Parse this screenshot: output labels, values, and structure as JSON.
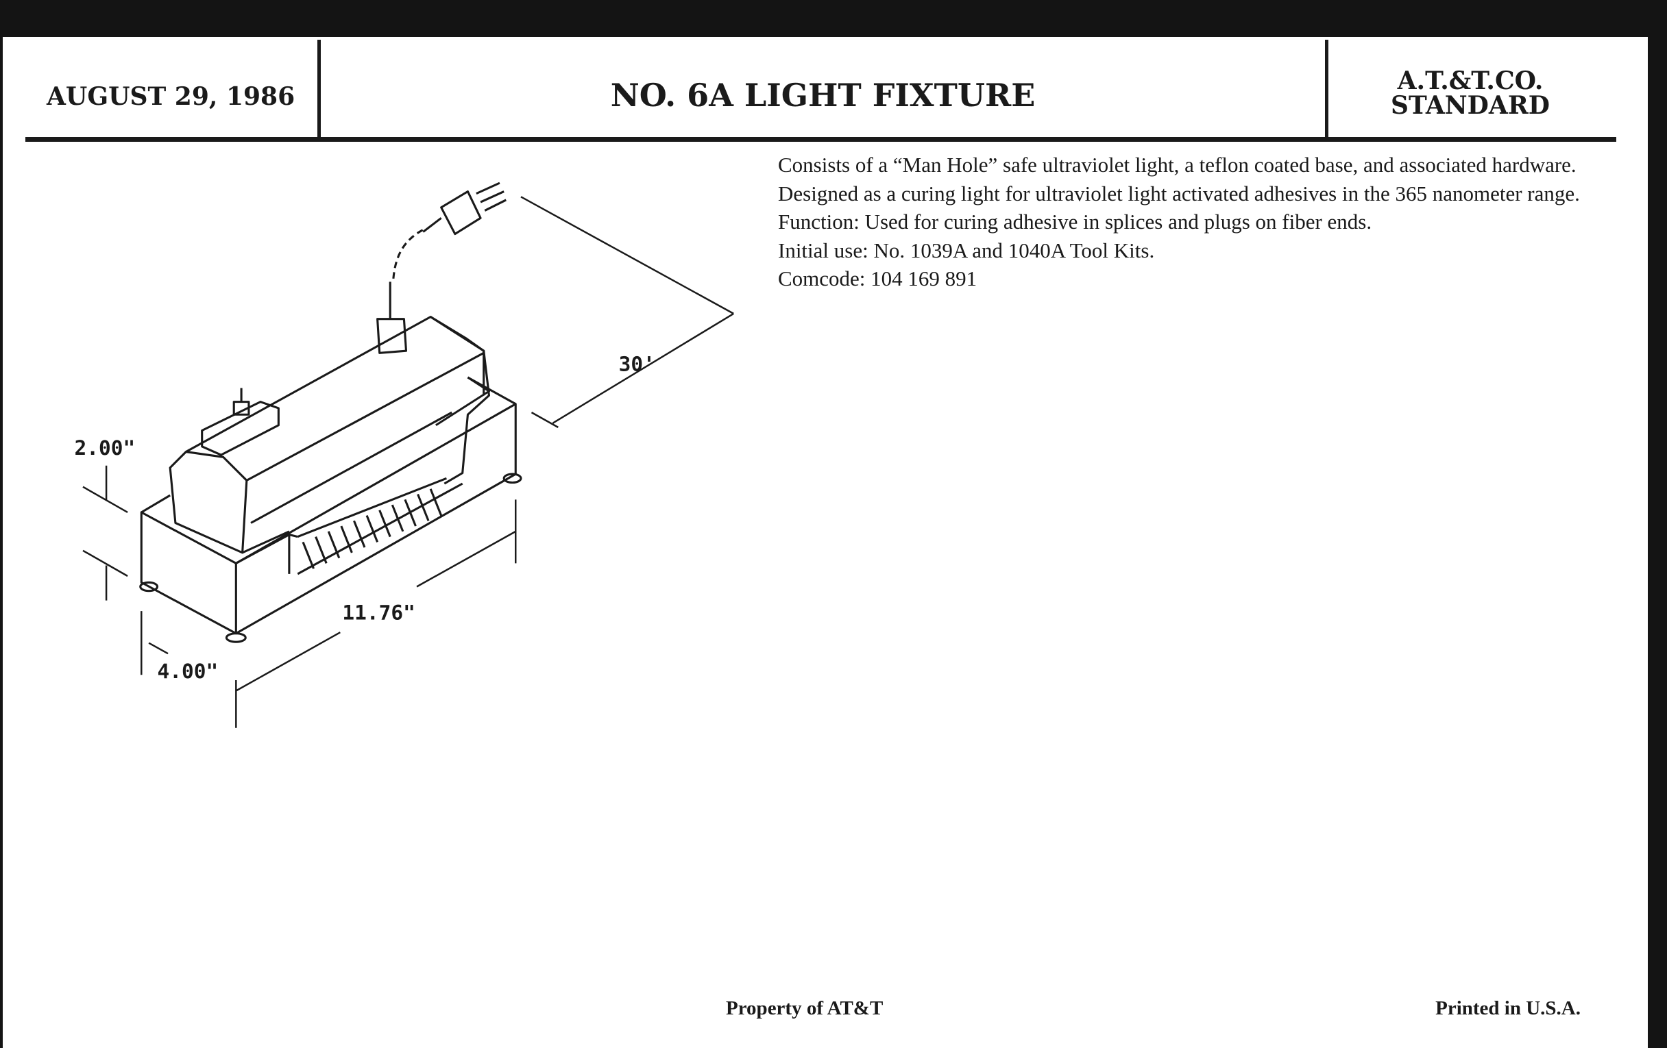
{
  "header": {
    "date": "AUGUST 29, 1986",
    "title": "NO. 6A LIGHT FIXTURE",
    "standard_line1": "A.T.&T.CO.",
    "standard_line2": "STANDARD"
  },
  "description": [
    "Consists of a “Man Hole” safe ultraviolet light, a teflon coated base, and associated hardware.",
    "Designed as a curing light for ultraviolet light activated adhesives in the 365 nanometer range.",
    "Function: Used for curing adhesive in splices and plugs on fiber ends.",
    "Initial use: No. 1039A and 1040A Tool Kits.",
    "Comcode: 104 169 891"
  ],
  "drawing": {
    "dim_height": "2.00\"",
    "dim_cord": "30'",
    "dim_length": "11.76\"",
    "dim_width": "4.00\""
  },
  "footer": {
    "property": "Property of AT&T",
    "printed": "Printed in U.S.A."
  }
}
